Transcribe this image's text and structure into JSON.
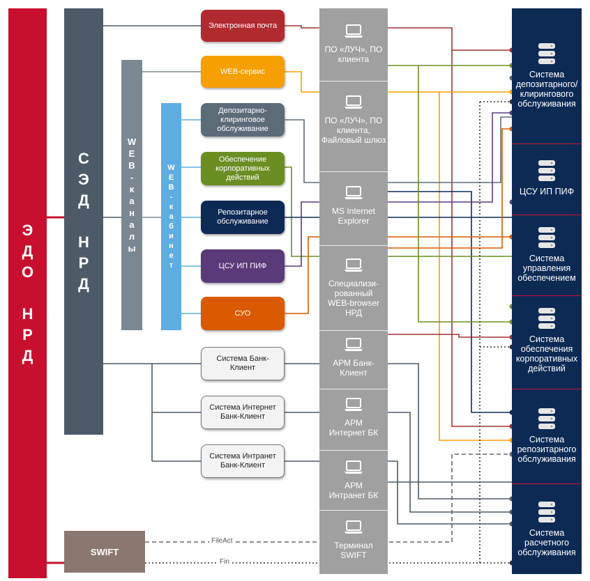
{
  "edo": "Э Д О   Н Р Д",
  "edo_lines": [
    "Э",
    "Д",
    "О",
    "",
    "Н",
    "Р",
    "Д"
  ],
  "sed_lines": [
    "С",
    "Э",
    "Д",
    "",
    "Н",
    "Р",
    "Д"
  ],
  "web_channels_lines": [
    "W",
    "E",
    "B",
    "-",
    "к",
    "а",
    "н",
    "а",
    "л",
    "ы"
  ],
  "web_cabinet_lines": [
    "W",
    "E",
    "B",
    "-",
    "к",
    "а",
    "б",
    "и",
    "н",
    "е",
    "т"
  ],
  "services": {
    "email": "Электронная почта",
    "web_service": "WEB-сервис",
    "depository": "Депозитарно-клиринговое обслуживание",
    "corporate": "Обеспечение корпоративных действий",
    "repository": "Репозитарное обслуживание",
    "csu": "ЦСУ ИП ПИФ",
    "suo": "СУО",
    "bank_client": "Система Банк-Клиент",
    "internet_bank_client": "Система Интернет Банк-Клиент",
    "intranet_bank_client": "Система Интранет Банк-Клиент",
    "swift": "SWIFT"
  },
  "middle": [
    "ПО «ЛУЧ», ПО клиента",
    "ПО «ЛУЧ», ПО клиента, Файловый шлюз",
    "MS Internet Explorer",
    "Специализи-рованный WEB-browser НРД",
    "АРМ Банк-Клиент",
    "АРМ Интернет БК",
    "АРМ Интранет БК",
    "Терминал SWIFT"
  ],
  "systems": [
    "Система депозитарного/ клирингового обслуживания",
    "ЦСУ ИП ПИФ",
    "Система управления обеспечением",
    "Система обеспечения корпоративных действий",
    "Система репозитарного обслуживания",
    "Система расчетного обслуживания"
  ],
  "wire_labels": {
    "fileact": "FileAct",
    "fin": "Fin"
  },
  "colors": {
    "red": "#c8102e",
    "slate": "#4d5a67",
    "grey": "#7c8891",
    "blue": "#5dade2",
    "navy": "#0d2a55",
    "maroon": "#b02a30",
    "orange": "#f5a000",
    "slate_pill": "#5c6b78",
    "green": "#6b8e23",
    "purple": "#5b3a7a",
    "dark_orange": "#d95a00",
    "swift": "#8a7870"
  },
  "icons": {
    "middle": "laptop-icon",
    "right": "server-icon"
  }
}
